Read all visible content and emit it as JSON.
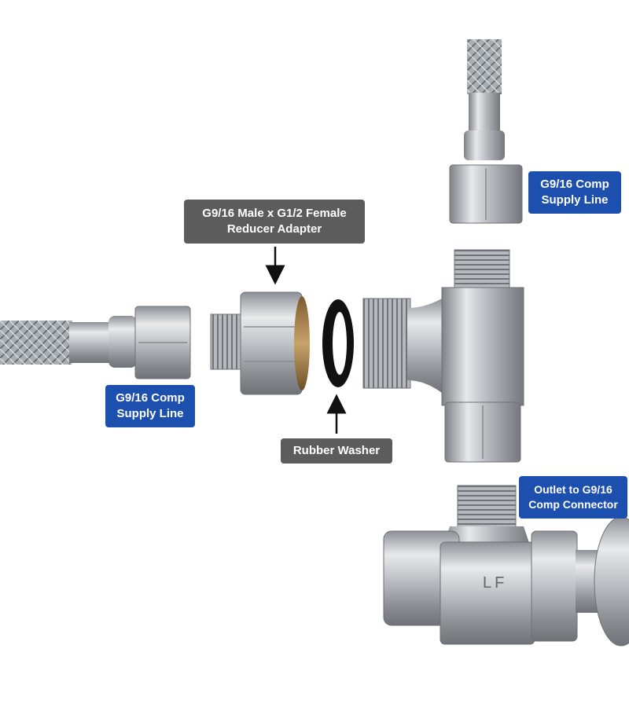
{
  "labels": {
    "top_right_supply": {
      "line1": "G9/16 Comp",
      "line2": "Supply Line"
    },
    "reducer_adapter": {
      "line1": "G9/16 Male x G1/2 Female",
      "line2": "Reducer Adapter"
    },
    "left_supply": {
      "line1": "G9/16 Comp",
      "line2": "Supply Line"
    },
    "rubber_washer": {
      "text": "Rubber Washer"
    },
    "outlet": {
      "line1": "Outlet to G9/16",
      "line2": "Comp Connector"
    }
  },
  "markings": {
    "valve_stamp": "LF"
  },
  "colors": {
    "label_blue": "#1d4faf",
    "label_gray": "#5c5c5c",
    "metal": "#b9bdc2",
    "washer": "#111111"
  }
}
